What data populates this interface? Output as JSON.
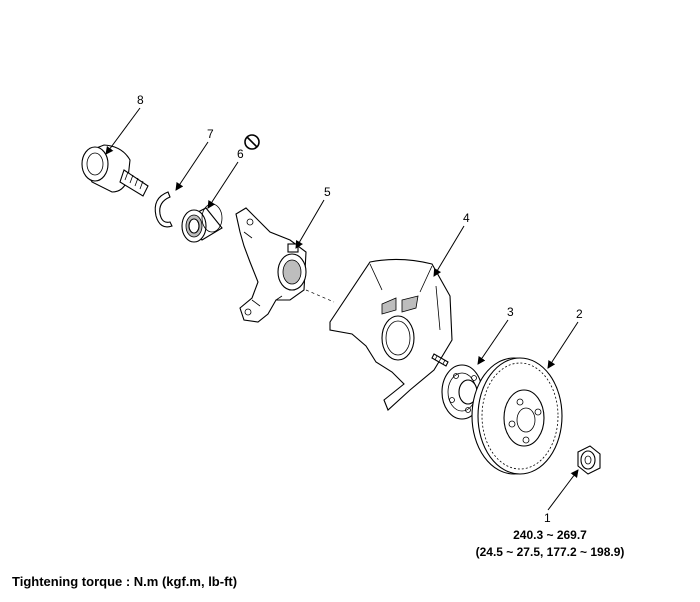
{
  "callouts": [
    {
      "id": "1",
      "label": "1"
    },
    {
      "id": "2",
      "label": "2"
    },
    {
      "id": "3",
      "label": "3"
    },
    {
      "id": "4",
      "label": "4"
    },
    {
      "id": "5",
      "label": "5"
    },
    {
      "id": "6",
      "label": "6"
    },
    {
      "id": "7",
      "label": "7"
    },
    {
      "id": "8",
      "label": "8"
    }
  ],
  "torque": {
    "nm": "240.3 ~ 269.7",
    "alt": "(24.5 ~ 27.5, 177.2 ~ 198.9)"
  },
  "caption": "Tightening torque : N.m (kgf.m, lb-ft)",
  "icons": {
    "do_not_reuse": "prohibited-icon"
  }
}
